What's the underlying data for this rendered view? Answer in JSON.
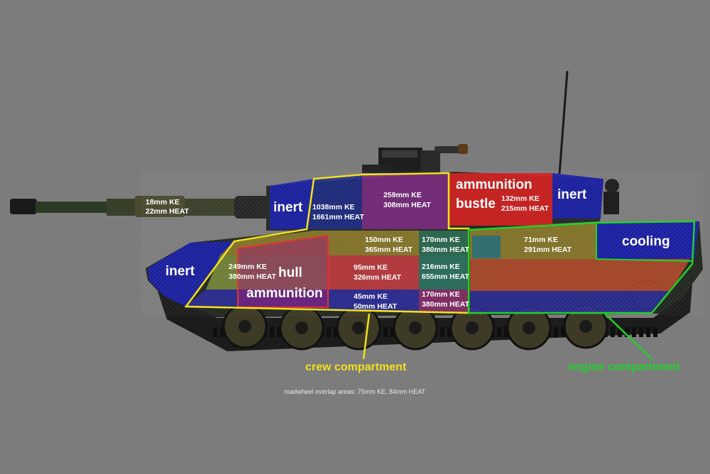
{
  "colors": {
    "background": "#7c7c7c",
    "inert": "#1b1fa8",
    "hull_ammunition": "#8a1a6a",
    "bustle_ammunition": "#d01e1e",
    "crew_zone": "#8c7a2a",
    "engine_zone": "#b84a2a",
    "cooling": "#1b1fa8",
    "crew_outline": "#f2e21c",
    "engine_outline": "#21d12a"
  },
  "zones": {
    "turret_inert": "inert",
    "hull_front_inert": "inert",
    "bustle_inert": "inert",
    "bustle_ammo_1": "ammunition",
    "bustle_ammo_2": "bustle",
    "hull_ammo_1": "hull",
    "hull_ammo_2": "ammunition",
    "cooling": "cooling"
  },
  "armor": {
    "gun_ke": "18mm KE",
    "gun_heat": "22mm HEAT",
    "turret_front_ke": "1038mm KE",
    "turret_front_heat": "1661mm HEAT",
    "turret_mid_ke": "259mm KE",
    "turret_mid_heat": "308mm HEAT",
    "bustle_ke": "132mm KE",
    "bustle_heat": "215mm HEAT",
    "hull_upper_ke": "150mm KE",
    "hull_upper_heat": "365mm HEAT",
    "hull_upper_rear_ke": "170mm KE",
    "hull_upper_rear_heat": "380mm HEAT",
    "hull_glacis_ke": "249mm KE",
    "hull_glacis_heat": "380mm HEAT",
    "hull_mid_ke": "95mm KE",
    "hull_mid_heat": "326mm HEAT",
    "hull_mid_rear_ke": "216mm KE",
    "hull_mid_rear_heat": "655mm HEAT",
    "hull_lower_ke": "45mm KE",
    "hull_lower_heat": "50mm HEAT",
    "hull_lower_rear_ke": "170mm KE",
    "hull_lower_rear_heat": "380mm HEAT",
    "engine_ke": "71mm KE",
    "engine_heat": "291mm HEAT"
  },
  "callouts": {
    "crew": "crew compartment",
    "engine": "engine compartment"
  },
  "footnote": "roadwheel overlap areas: 75mm KE, 84mm HEAT"
}
